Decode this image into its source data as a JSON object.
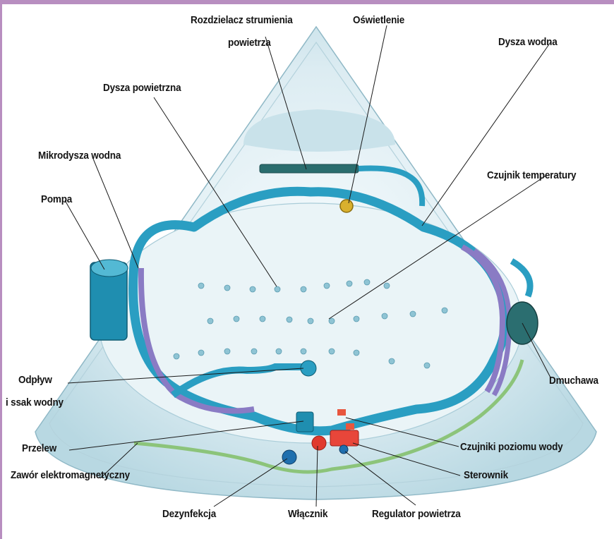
{
  "figure": {
    "labels": {
      "air_splitter_1": "Rozdzielacz strumienia",
      "air_splitter_2": "powietrza",
      "lighting": "Oświetlenie",
      "water_jet": "Dysza wodna",
      "air_jet": "Dysza powietrzna",
      "micro_jet": "Mikrodysza wodna",
      "temp_sensor": "Czujnik temperatury",
      "pump": "Pompa",
      "drain_1": "Odpływ",
      "drain_2": "i ssak wodny",
      "blower": "Dmuchawa",
      "overflow": "Przelew",
      "level_sensors": "Czujniki poziomu wody",
      "solenoid_valve": "Zawór elektromagnetyczny",
      "controller": "Sterownik",
      "disinfection": "Dezynfekcja",
      "switch": "Włącznik",
      "air_regulator": "Regulator powietrza"
    }
  }
}
